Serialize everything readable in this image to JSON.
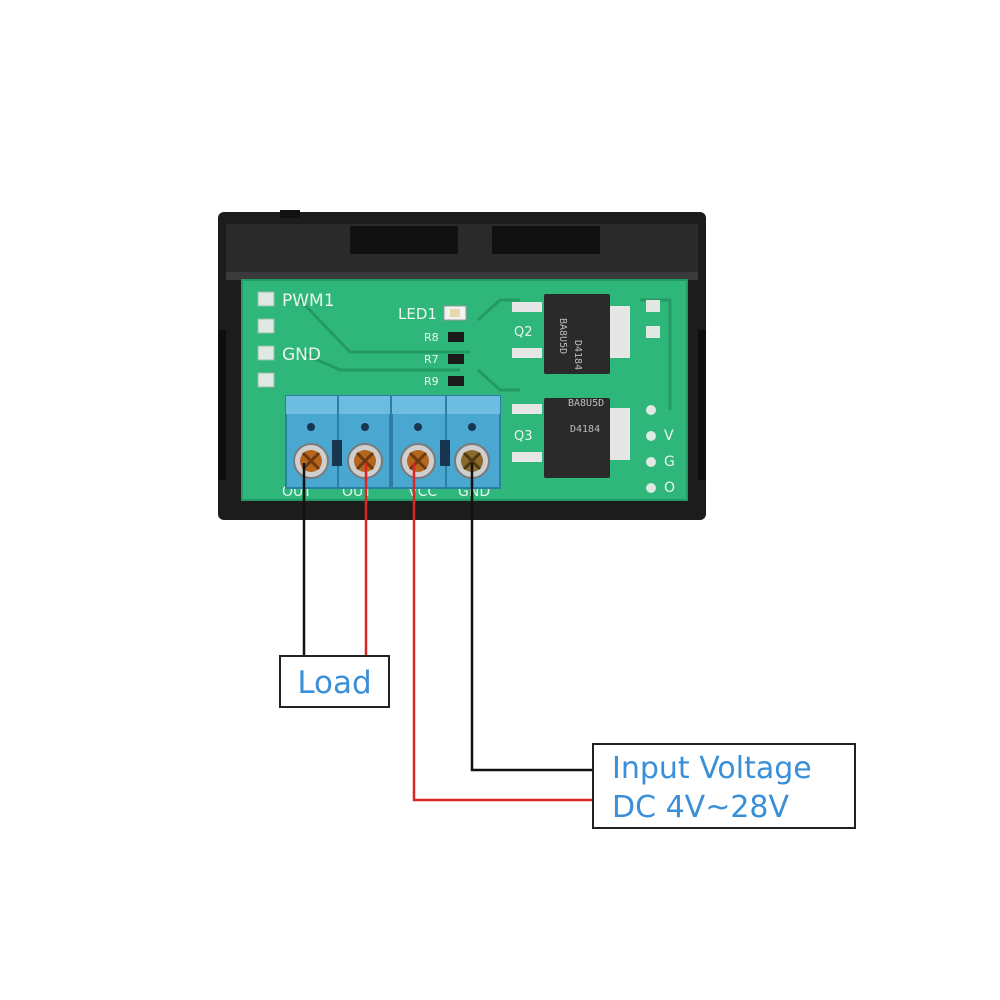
{
  "pcb": {
    "pwm_label": "PWM1",
    "gnd_label": "GND",
    "led_label": "LED1",
    "resistor_labels": [
      "R8",
      "R7",
      "R9"
    ],
    "q2_label": "Q2",
    "q3_label": "Q3",
    "chip_text_top": "D4184",
    "chip_text_bottom": "BA8U5D",
    "side_pins": [
      "V",
      "G",
      "O"
    ],
    "terminal_labels": [
      "OUT",
      "OUT",
      "VCC",
      "GND"
    ]
  },
  "labels": {
    "load": "Load",
    "input_line1": "Input Voltage",
    "input_line2": "DC 4V~28V"
  },
  "colors": {
    "label_text": "#3a8fd8",
    "wire_red": "#e02424",
    "wire_black": "#111111",
    "pcb_green": "#2fb77b",
    "terminal_blue": "#49a7d0",
    "housing": "#1c1c1c"
  },
  "icons": {
    "screw": "screw-terminal-icon",
    "mosfet": "mosfet-chip-icon",
    "led": "led-icon"
  }
}
